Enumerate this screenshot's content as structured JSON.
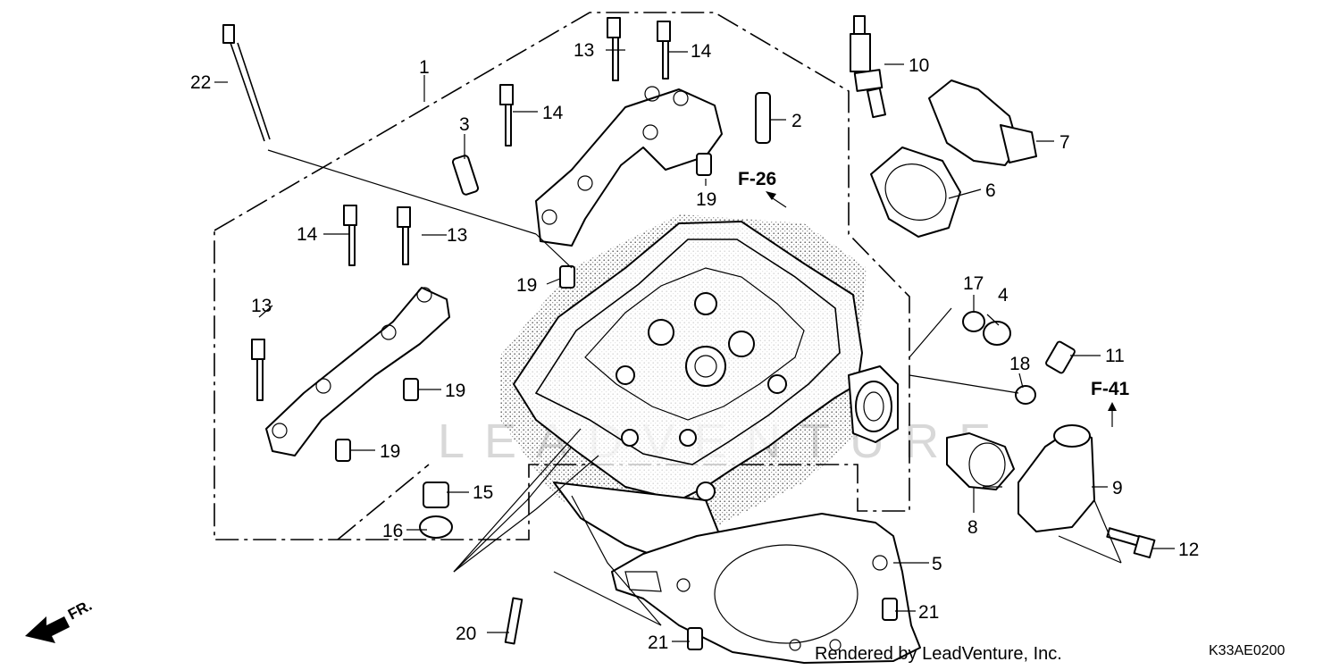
{
  "diagram": {
    "part_labels": [
      "1",
      "2",
      "3",
      "4",
      "5",
      "6",
      "7",
      "8",
      "9",
      "10",
      "11",
      "12",
      "13",
      "13",
      "13",
      "14",
      "14",
      "14",
      "15",
      "16",
      "17",
      "18",
      "19",
      "19",
      "19",
      "19",
      "20",
      "21",
      "21",
      "22"
    ],
    "ref_labels": [
      "F-26",
      "F-41"
    ],
    "direction_label": "FR.",
    "credit": "Rendered by LeadVenture, Inc.",
    "diagram_code": "K33AE0200",
    "watermark": "LEADVENTURE"
  }
}
